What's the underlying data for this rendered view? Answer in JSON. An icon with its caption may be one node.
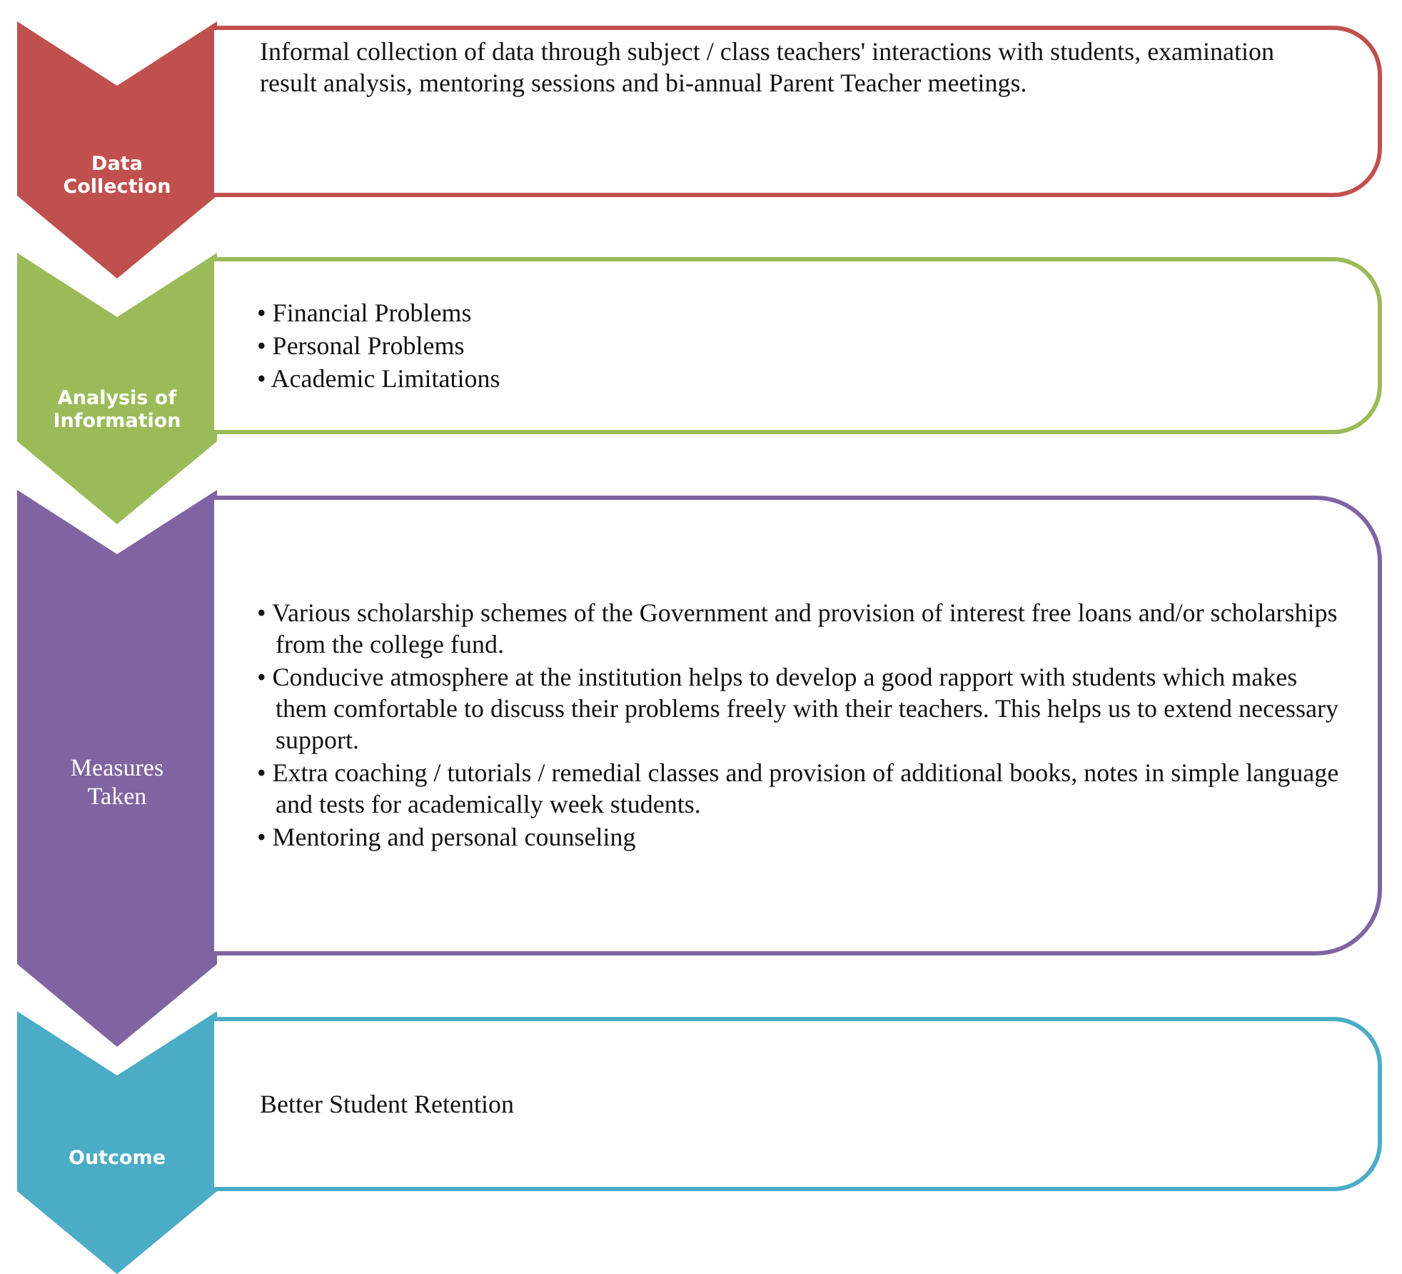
{
  "diagram": {
    "nodes": [
      {
        "text": [
          "Data Collection"
        ]
      },
      {
        "text": [
          "Informal collection of data through subject / class teachers' interactions with students, examination result analysis, mentoring sessions and bi-annual Parent Teacher meetings."
        ]
      },
      {
        "text": [
          "Analysis of Information"
        ]
      },
      {
        "text": [
          "• Financial Problems",
          "• Personal Problems",
          "• Academic Limitations"
        ]
      },
      {
        "text": [
          "Measures Taken"
        ]
      },
      {
        "text": [
          "• Various scholarship schemes of the Government and provision of interest free loans and/or scholarships from the college fund.",
          "• Conducive atmosphere at the institution helps to develop a good rapport with students which makes them comfortable to discuss their problems freely with their teachers. This helps us to extend necessary support.",
          "• Extra coaching / tutorials / remedial classes and provision  of additional books, notes in simple language and tests for academically week students.",
          "• Mentoring and personal counseling"
        ]
      },
      {
        "text": [
          "Outcome"
        ]
      },
      {
        "text": [
          "Better Student Retention"
        ]
      }
    ]
  }
}
